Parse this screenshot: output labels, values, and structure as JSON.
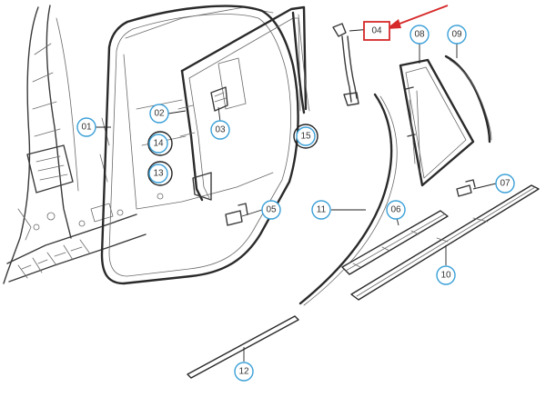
{
  "callouts": [
    {
      "label": "01"
    },
    {
      "label": "02"
    },
    {
      "label": "03"
    },
    {
      "label": "04"
    },
    {
      "label": "05"
    },
    {
      "label": "06"
    },
    {
      "label": "07"
    },
    {
      "label": "08"
    },
    {
      "label": "09"
    },
    {
      "label": "10"
    },
    {
      "label": "11"
    },
    {
      "label": "12"
    },
    {
      "label": "13"
    },
    {
      "label": "14"
    },
    {
      "label": "15"
    }
  ],
  "highlight": {
    "callout": "04",
    "color": "#d62828"
  },
  "callout_color": "#3aa0d8"
}
